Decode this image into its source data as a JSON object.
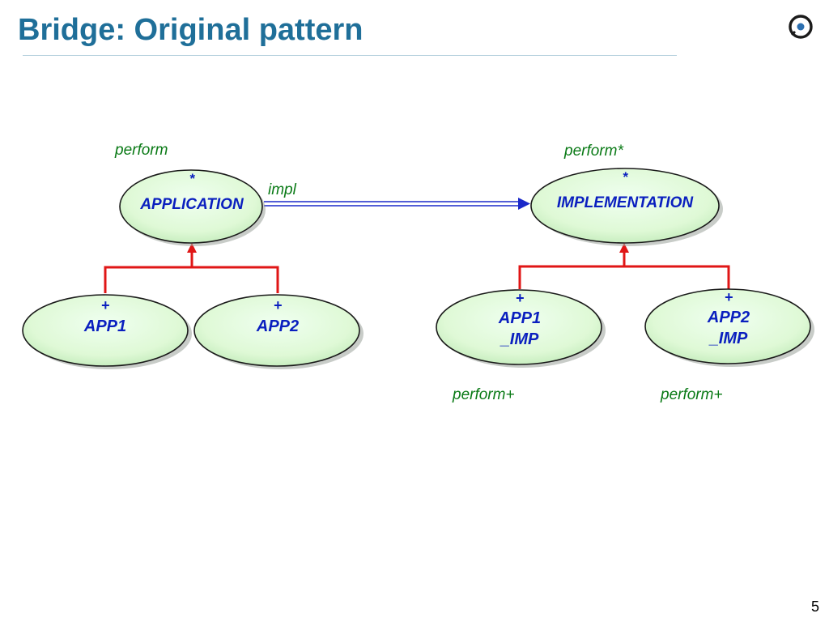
{
  "slide": {
    "title": "Bridge: Original pattern",
    "page_number": "5",
    "logo_icon": "eiffel-logo-icon"
  },
  "colors": {
    "title": "#1f6f99",
    "node_fill": "#e2fbd8",
    "node_text": "#0a1fbf",
    "feature_text": "#0a7a16",
    "inheritance": "#e01616",
    "client_arrow": "#1a28c9"
  },
  "diagram": {
    "nodes": {
      "application": {
        "marker": "*",
        "name": "APPLICATION",
        "feature": "perform"
      },
      "implementation": {
        "marker": "*",
        "name": "IMPLEMENTATION",
        "feature": "perform*"
      },
      "app1": {
        "marker": "+",
        "name": "APP1"
      },
      "app2": {
        "marker": "+",
        "name": "APP2"
      },
      "app1_imp": {
        "marker": "+",
        "name_line1": "APP1",
        "name_line2": "_IMP",
        "feature": "perform+"
      },
      "app2_imp": {
        "marker": "+",
        "name_line1": "APP2",
        "name_line2": "_IMP",
        "feature": "perform+"
      }
    },
    "relations": {
      "client": {
        "label": "impl"
      }
    }
  }
}
